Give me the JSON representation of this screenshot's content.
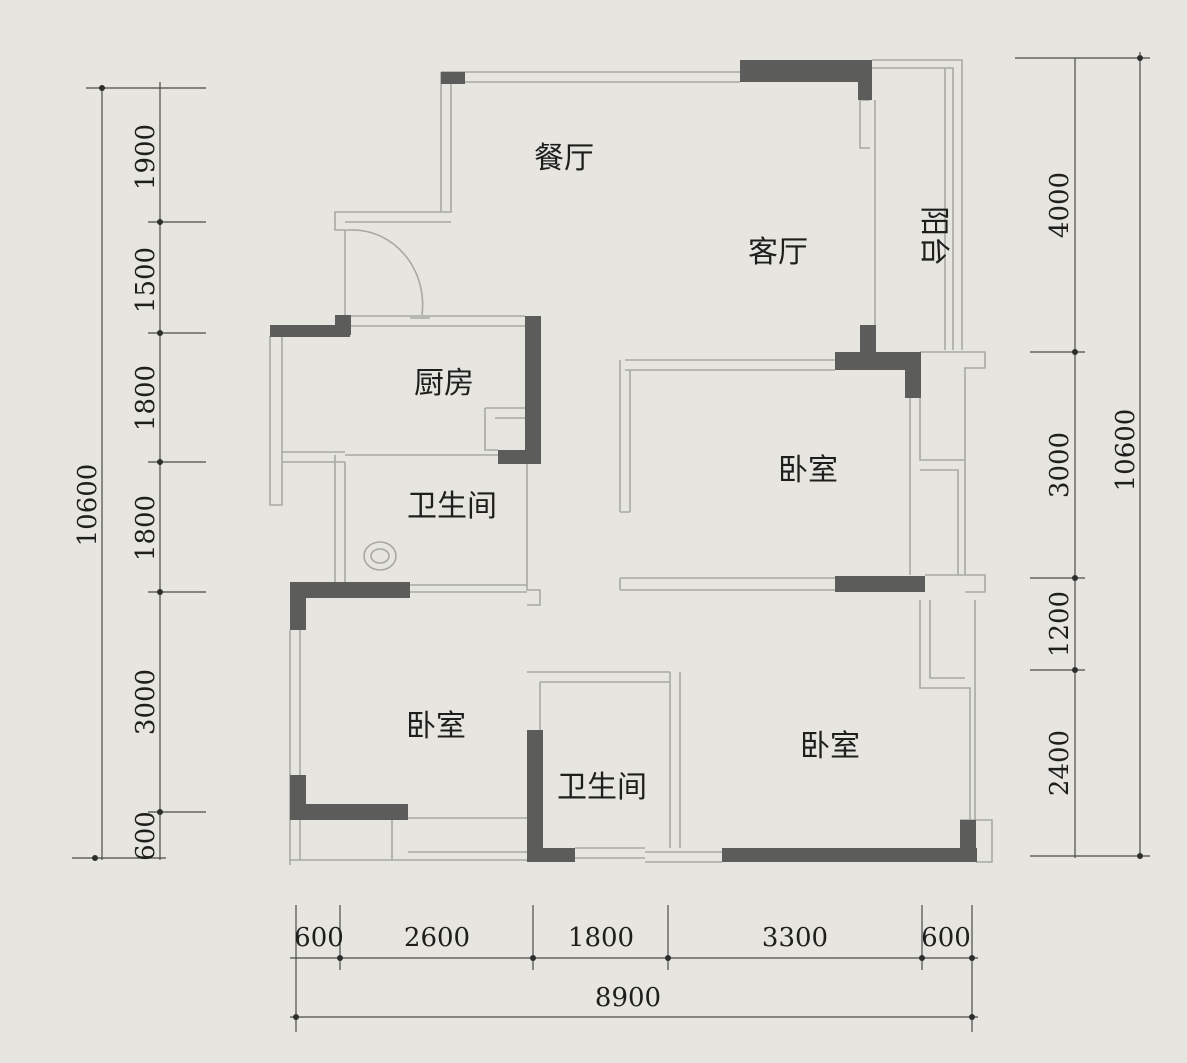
{
  "rooms": {
    "dining": "餐厅",
    "living": "客厅",
    "balcony": "阳台",
    "kitchen": "厨房",
    "bath_upper": "卫生间",
    "bedroom_east": "卧室",
    "bedroom_west": "卧室",
    "bath_lower": "卫生间",
    "bedroom_south": "卧室"
  },
  "dimensions": {
    "left": {
      "total": "10600",
      "segments": [
        "1900",
        "1500",
        "1800",
        "1800",
        "3000",
        "600"
      ]
    },
    "right": {
      "total": "10600",
      "segments": [
        "4000",
        "3000",
        "1200",
        "2400"
      ]
    },
    "bottom": {
      "total": "8900",
      "segments": [
        "600",
        "2600",
        "1800",
        "3300",
        "600"
      ]
    }
  }
}
